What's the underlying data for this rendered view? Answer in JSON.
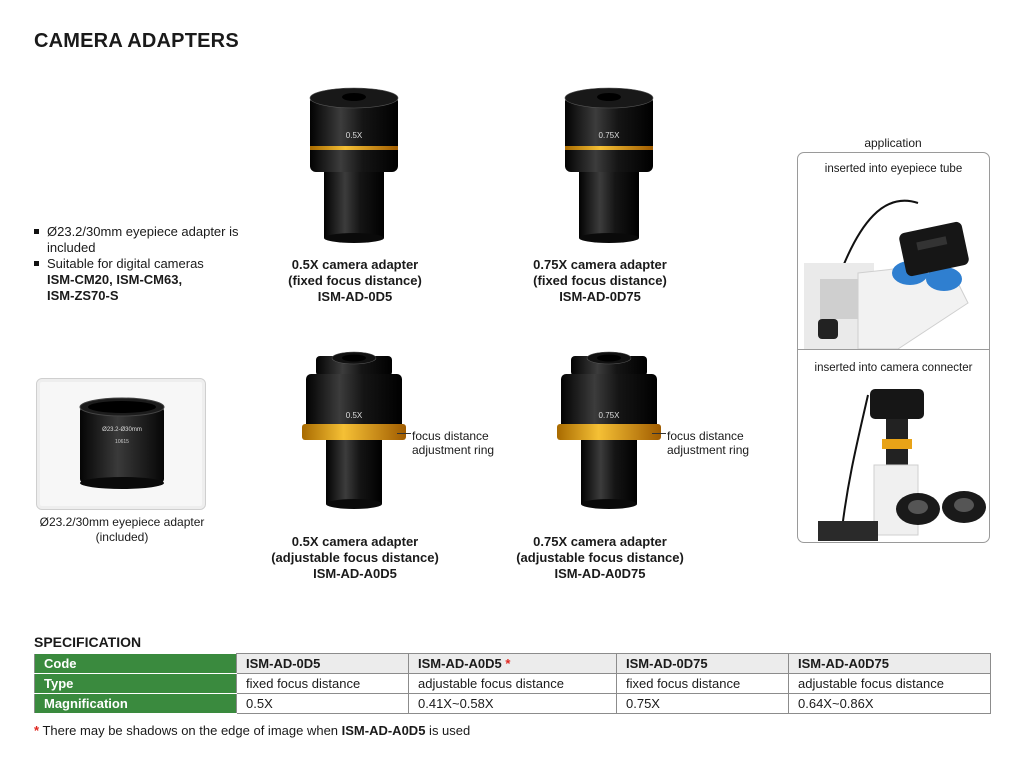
{
  "title": "CAMERA ADAPTERS",
  "bullets": {
    "b1": "Ø23.2/30mm eyepiece adapter is included",
    "b2_intro": "Suitable for digital cameras",
    "b2_models": "ISM-CM20, ISM-CM63,",
    "b2_models2": "ISM-ZS70-S"
  },
  "eyepiece": {
    "engraving1": "Ø23.2-Ø30mm",
    "engraving2": "10615",
    "caption1": "Ø23.2/30mm eyepiece adapter",
    "caption2": "(included)"
  },
  "adapters": [
    {
      "lens_text": "0.5X",
      "name": "0.5X camera adapter",
      "type": "(fixed focus distance)",
      "code": "ISM-AD-0D5"
    },
    {
      "lens_text": "0.75X",
      "name": "0.75X camera adapter",
      "type": "(fixed focus distance)",
      "code": "ISM-AD-0D75"
    },
    {
      "lens_text": "0.5X",
      "name": "0.5X camera adapter",
      "type": "(adjustable focus distance)",
      "code": "ISM-AD-A0D5"
    },
    {
      "lens_text": "0.75X",
      "name": "0.75X camera adapter",
      "type": "(adjustable focus distance)",
      "code": "ISM-AD-A0D75"
    }
  ],
  "ring_label": {
    "line1": "focus distance",
    "line2": "adjustment ring"
  },
  "application": {
    "title": "application",
    "top_label": "inserted into eyepiece tube",
    "bottom_label": "inserted into camera connecter"
  },
  "spec": {
    "title": "SPECIFICATION",
    "row_headers": [
      "Code",
      "Type",
      "Magnification"
    ],
    "columns": [
      {
        "code": "ISM-AD-0D5",
        "type": "fixed focus distance",
        "mag": "0.5X"
      },
      {
        "code": "ISM-AD-A0D5",
        "type": "adjustable focus distance",
        "mag": "0.41X~0.58X"
      },
      {
        "code": "ISM-AD-0D75",
        "type": "fixed focus distance",
        "mag": "0.75X"
      },
      {
        "code": "ISM-AD-A0D75",
        "type": "adjustable focus distance",
        "mag": "0.64X~0.86X"
      }
    ],
    "star": "*"
  },
  "note": {
    "star": "*",
    "text_before": "There may be shadows on the edge of image when ",
    "model": "ISM-AD-A0D5",
    "text_after": " is used"
  },
  "colors": {
    "header_green": "#3a8a3e",
    "accent_orange": "#e8a317",
    "star_red": "#e0261f"
  }
}
